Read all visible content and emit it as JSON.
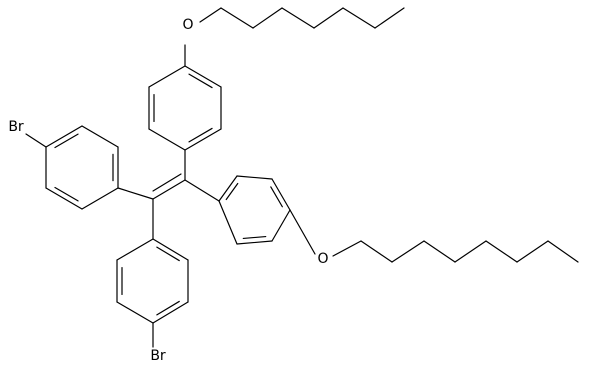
{
  "molecule": {
    "atoms": [
      {
        "id": "br_top",
        "symbol": "Br"
      },
      {
        "id": "br_bottom",
        "symbol": "Br"
      },
      {
        "id": "o_top",
        "symbol": "O"
      },
      {
        "id": "o_right",
        "symbol": "O"
      }
    ]
  },
  "colors": {
    "bond": "#000000",
    "background": "#ffffff"
  }
}
